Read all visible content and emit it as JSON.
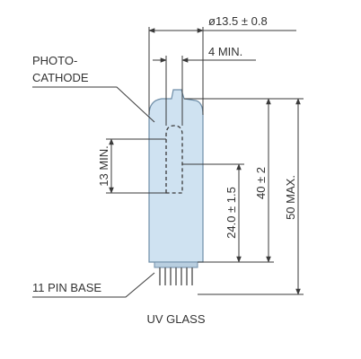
{
  "labels": {
    "diameter": "ø13.5 ± 0.8",
    "window_min": "4 MIN.",
    "photocathode_line1": "PHOTO-",
    "photocathode_line2": "CATHODE",
    "cathode_min": "13 MIN.",
    "cathode_center": "24.0 ± 1.5",
    "seated_length": "40 ± 2",
    "overall_max": "50 MAX.",
    "base": "11 PIN BASE",
    "glass": "UV GLASS"
  },
  "colors": {
    "tube_fill": "#cfe2f1",
    "tube_outline": "#6f8ea8",
    "line": "#3a3a3a",
    "text": "#333333",
    "pins": "#555555"
  }
}
